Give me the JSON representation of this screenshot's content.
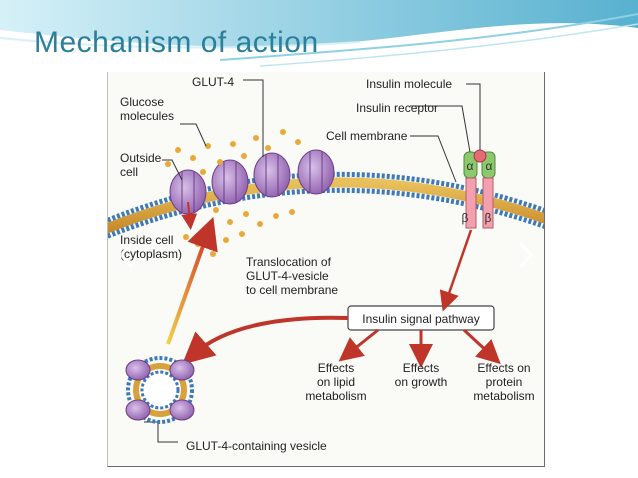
{
  "slide": {
    "title": "Mechanism of action",
    "accent_color": "#2a7f9a"
  },
  "diagram": {
    "labels": {
      "glut4": "GLUT-4",
      "glucose_line1": "Glucose",
      "glucose_line2": "molecules",
      "outside_line1": "Outside",
      "outside_line2": "cell",
      "inside_line1": "Inside cell",
      "inside_line2": "(cytoplasm)",
      "insulin_molecule": "Insulin molecule",
      "insulin_receptor": "Insulin receptor",
      "cell_membrane": "Cell membrane",
      "translocation_line1": "Translocation of",
      "translocation_line2": "GLUT-4-vesicle",
      "translocation_line3": "to cell membrane",
      "signal_pathway": "Insulin signal pathway",
      "effect_lipid_line1": "Effects",
      "effect_lipid_line2": "on lipid",
      "effect_lipid_line3": "metabolism",
      "effect_growth_line1": "Effects",
      "effect_growth_line2": "on growth",
      "effect_protein_line1": "Effects on",
      "effect_protein_line2": "protein",
      "effect_protein_line3": "metabolism",
      "vesicle": "GLUT-4-containing vesicle",
      "alpha": "α",
      "beta": "β"
    },
    "colors": {
      "transporter": "#9b6fb5",
      "membrane_head": "#3d79b8",
      "membrane_tail": "#d8a23a",
      "glucose": "#e8a93a",
      "receptor_alpha": "#8cc86c",
      "receptor_beta": "#f2a0ae",
      "insulin": "#e46a74",
      "arrow": "#c0352a"
    }
  },
  "navigation": {
    "prev_icon": "chevron-left-icon",
    "next_icon": "chevron-right-icon"
  }
}
